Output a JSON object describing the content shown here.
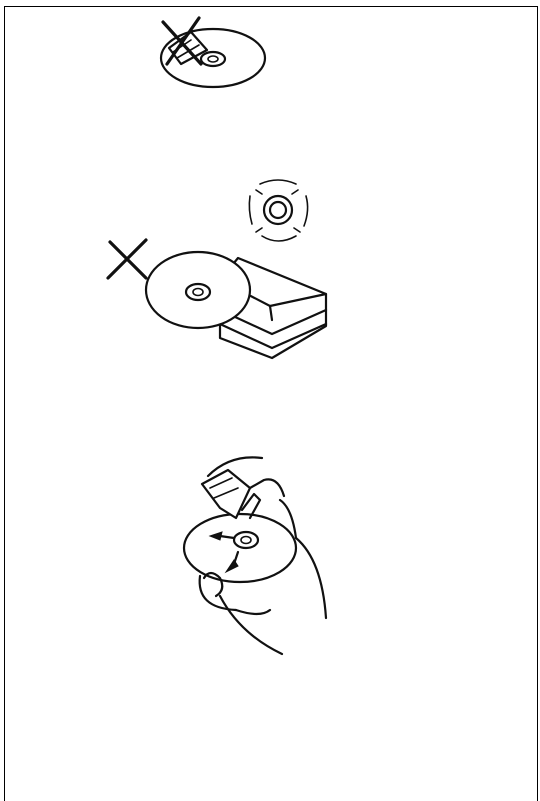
{
  "document": {
    "type": "illustration page",
    "illustrations": [
      {
        "name": "disc-with-label-prohibited",
        "icon": "disc-label-cross-icon"
      },
      {
        "name": "disc-near-heat-and-stacked-prohibited",
        "icon": "disc-heat-stack-cross-icon"
      },
      {
        "name": "disc-cleaning-by-hand",
        "icon": "disc-cleaning-hand-icon"
      }
    ],
    "colors": {
      "ink": "#111111",
      "paper": "#ffffff",
      "border": "#000000"
    }
  }
}
